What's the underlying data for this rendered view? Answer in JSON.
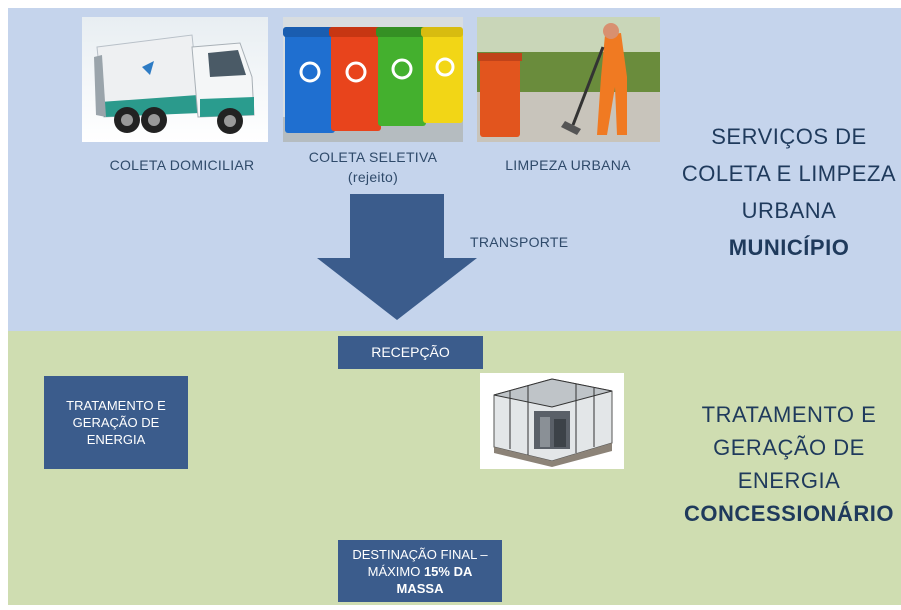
{
  "top_section": {
    "images": [
      {
        "caption": "COLETA DOMICILIAR",
        "icon": "garbage-truck-photo"
      },
      {
        "caption_line1": "COLETA SELETIVA",
        "caption_line2": "(rejeito)",
        "icon": "recycling-bins-photo"
      },
      {
        "caption": "LIMPEZA URBANA",
        "icon": "street-sweeper-photo"
      }
    ],
    "transport_label": "TRANSPORTE",
    "title_lines": [
      "SERVIÇOS DE",
      "COLETA E LIMPEZA",
      "URBANA"
    ],
    "title_bold": "MUNICÍPIO",
    "background_color": "#c5d4ec"
  },
  "bottom_section": {
    "reception_label": "RECEPÇÃO",
    "treatment_box_lines": [
      "TRATAMENTO E",
      "GERAÇÃO DE",
      "ENERGIA"
    ],
    "plant_image": {
      "icon": "power-plant-render"
    },
    "destination_line1": "DESTINAÇÃO FINAL –",
    "destination_line2_normal": "MÁXIMO ",
    "destination_line2_bold": "15% DA",
    "destination_line3_bold": "MASSA",
    "title_lines": [
      "TRATAMENTO E",
      "GERAÇÃO DE",
      "ENERGIA"
    ],
    "title_bold": "CONCESSIONÁRIO",
    "background_color": "#cfddb1"
  },
  "colors": {
    "box": "#3b5c8c",
    "arrow": "#3b5c8c",
    "title_text": "#1f3a5c"
  }
}
